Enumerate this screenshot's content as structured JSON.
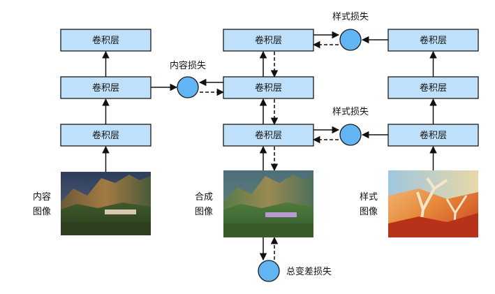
{
  "layers": {
    "content": [
      "卷积层",
      "卷积层",
      "卷积层"
    ],
    "synthesized": [
      "卷积层",
      "卷积层",
      "卷积层"
    ],
    "style": [
      "卷积层",
      "卷积层",
      "卷积层"
    ]
  },
  "losses": {
    "content_loss": "内容损失",
    "style_loss_top": "样式损失",
    "style_loss_bottom": "样式损失",
    "total_variation_loss": "总变差损失"
  },
  "images": {
    "content": {
      "label_line1": "内容",
      "label_line2": "图像"
    },
    "synthesized": {
      "label_line1": "合成",
      "label_line2": "图像"
    },
    "style": {
      "label_line1": "样式",
      "label_line2": "图像"
    }
  },
  "colors": {
    "layer_fill": "#bfe0fa",
    "loss_fill": "#63b4f2",
    "stroke": "#1a1a1a"
  }
}
